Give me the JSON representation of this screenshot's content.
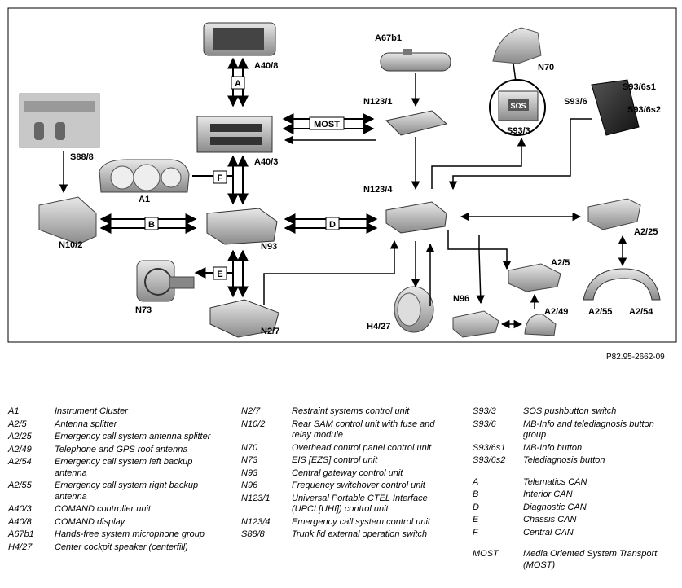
{
  "diagram": {
    "labels": {
      "A40_8": "A40/8",
      "A67b1": "A67b1",
      "N70": "N70",
      "N123_1": "N123/1",
      "S93_6": "S93/6",
      "S93_6s1": "S93/6s1",
      "S93_6s2": "S93/6s2",
      "S93_3": "S93/3",
      "S88_8": "S88/8",
      "A40_3": "A40/3",
      "A1": "A1",
      "N123_4": "N123/4",
      "N10_2": "N10/2",
      "N93": "N93",
      "A2_25": "A2/25",
      "A2_5": "A2/5",
      "N73": "N73",
      "N96": "N96",
      "A2_49": "A2/49",
      "A2_55": "A2/55",
      "A2_54": "A2/54",
      "H4_27": "H4/27",
      "N2_7": "N2/7"
    },
    "bus_labels": {
      "A": "A",
      "B": "B",
      "D": "D",
      "E": "E",
      "F": "F",
      "MOST": "MOST"
    },
    "sos_text": "SOS",
    "reference_code": "P82.95-2662-09"
  },
  "legend": {
    "col1": [
      {
        "code": "A1",
        "desc": "Instrument Cluster"
      },
      {
        "code": "A2/5",
        "desc": "Antenna splitter"
      },
      {
        "code": "A2/25",
        "desc": "Emergency call system antenna splitter"
      },
      {
        "code": "A2/49",
        "desc": "Telephone and GPS roof antenna"
      },
      {
        "code": "A2/54",
        "desc": "Emergency call system left backup antenna"
      },
      {
        "code": "A2/55",
        "desc": "Emergency call system right backup antenna"
      },
      {
        "code": "A40/3",
        "desc": "COMAND controller unit"
      },
      {
        "code": "A40/8",
        "desc": "COMAND display"
      },
      {
        "code": "A67b1",
        "desc": "Hands-free system microphone group"
      },
      {
        "code": "H4/27",
        "desc": "Center cockpit speaker (centerfill)"
      }
    ],
    "col2": [
      {
        "code": "N2/7",
        "desc": "Restraint systems control unit"
      },
      {
        "code": "N10/2",
        "desc": "Rear SAM control unit with fuse and relay module"
      },
      {
        "code": "N70",
        "desc": "Overhead control panel control unit"
      },
      {
        "code": "N73",
        "desc": "EIS [EZS] control unit"
      },
      {
        "code": "N93",
        "desc": "Central gateway control unit"
      },
      {
        "code": "N96",
        "desc": "Frequency switchover control unit"
      },
      {
        "code": "N123/1",
        "desc": "Universal Portable CTEL Interface (UPCI [UHI]) control unit"
      },
      {
        "code": "N123/4",
        "desc": "Emergency call system control unit"
      },
      {
        "code": "S88/8",
        "desc": "Trunk lid external operation switch"
      }
    ],
    "col3": [
      {
        "code": "S93/3",
        "desc": "SOS pushbutton switch"
      },
      {
        "code": "S93/6",
        "desc": "MB-Info and telediagnosis button group"
      },
      {
        "code": "S93/6s1",
        "desc": "MB-Info button"
      },
      {
        "code": "S93/6s2",
        "desc": "Telediagnosis button"
      }
    ],
    "col3b": [
      {
        "code": "A",
        "desc": "Telematics CAN"
      },
      {
        "code": "B",
        "desc": "Interior CAN"
      },
      {
        "code": "D",
        "desc": "Diagnostic CAN"
      },
      {
        "code": "E",
        "desc": "Chassis CAN"
      },
      {
        "code": "F",
        "desc": "Central CAN"
      }
    ],
    "col3c": [
      {
        "code": "MOST",
        "desc": "Media Oriented System Transport (MOST)"
      }
    ]
  }
}
